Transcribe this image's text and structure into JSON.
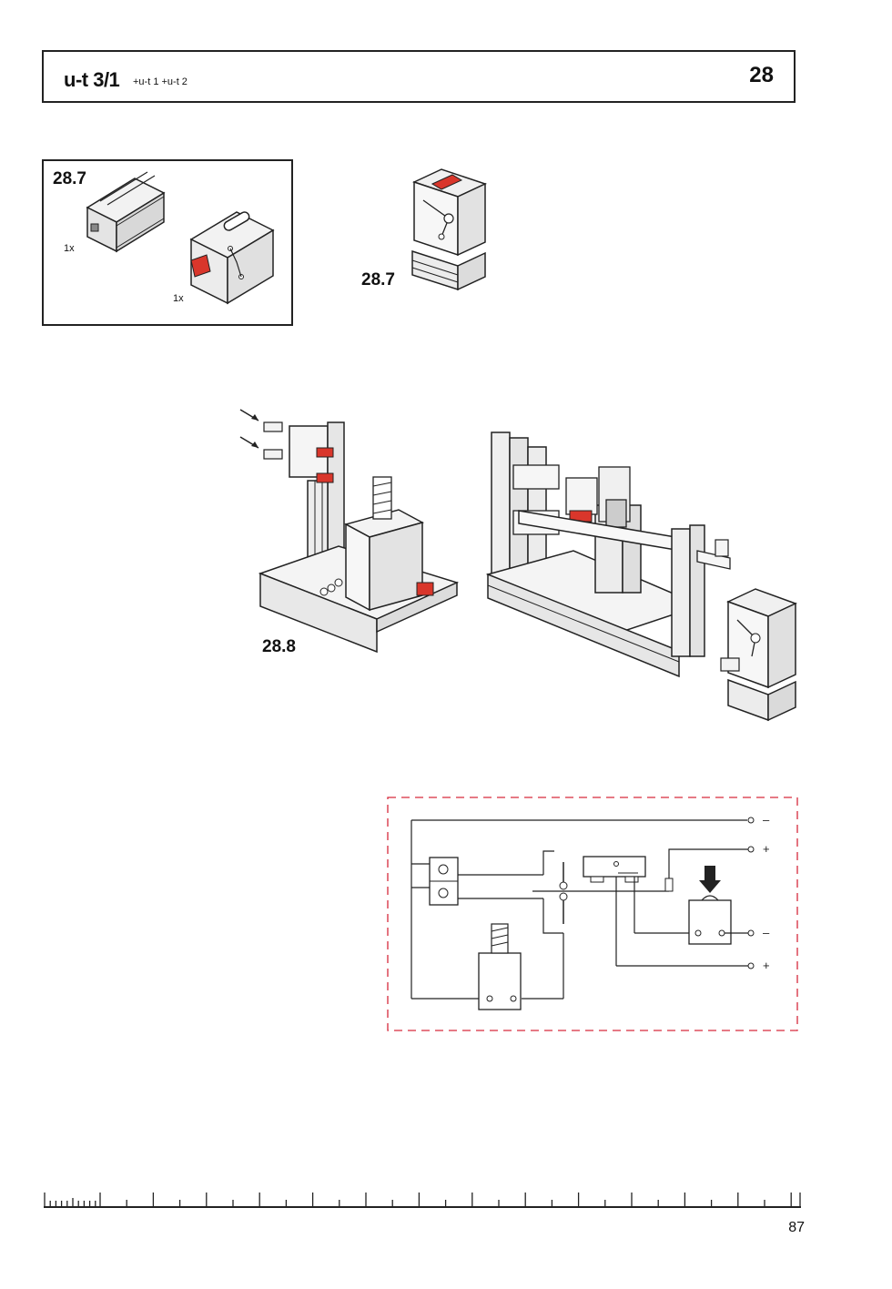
{
  "header": {
    "model": "u-t 3/1",
    "model_sub": "+u-t 1  +u-t 2",
    "page_number": "28"
  },
  "parts_panel": {
    "step": "28.7",
    "parts": [
      {
        "name": "building block with joint",
        "qty": "1x"
      },
      {
        "name": "switch block",
        "qty": "1x"
      }
    ]
  },
  "steps": {
    "step_28_7": "28.7",
    "step_28_8": "28.8"
  },
  "circuit": {
    "terminals": [
      "–",
      "+",
      "–",
      "+"
    ],
    "border_color": "#d62a3c"
  },
  "colors": {
    "accent_red": "#d9362b",
    "line": "#222222"
  },
  "folio": "87"
}
